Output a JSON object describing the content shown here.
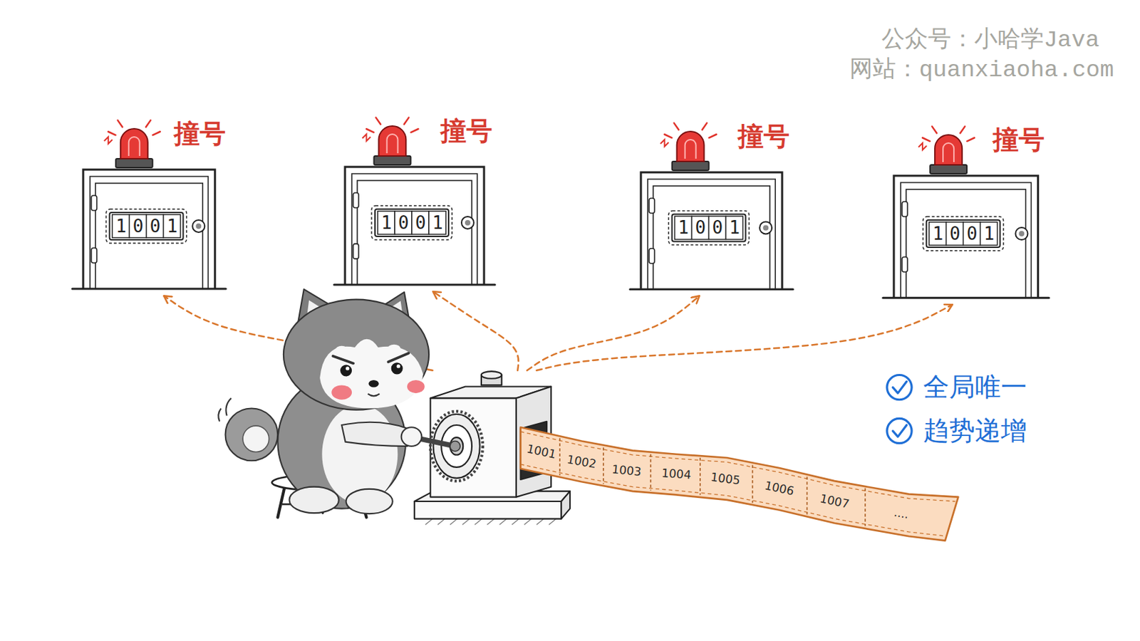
{
  "diagram": {
    "nodes": [
      {
        "text": [
          "撞号",
          "1001"
        ]
      },
      {
        "text": [
          "撞号",
          "1001"
        ]
      },
      {
        "text": [
          "撞号",
          "1001"
        ]
      },
      {
        "text": [
          "撞号",
          "1001"
        ]
      },
      {
        "text": [
          "1001",
          "1002",
          "1003",
          "1004",
          "1005",
          "1006",
          "1007",
          "...."
        ]
      }
    ],
    "edges": [
      {
        "from": 4,
        "to": 0,
        "arrow": "to"
      },
      {
        "from": 4,
        "to": 1,
        "arrow": "to"
      },
      {
        "from": 4,
        "to": 2,
        "arrow": "to"
      },
      {
        "from": 4,
        "to": 3,
        "arrow": "to"
      }
    ],
    "labels": [
      "公众号：小哈学Java",
      "网站：quanxiaoha.com",
      "全局唯一",
      "趋势递增"
    ]
  }
}
